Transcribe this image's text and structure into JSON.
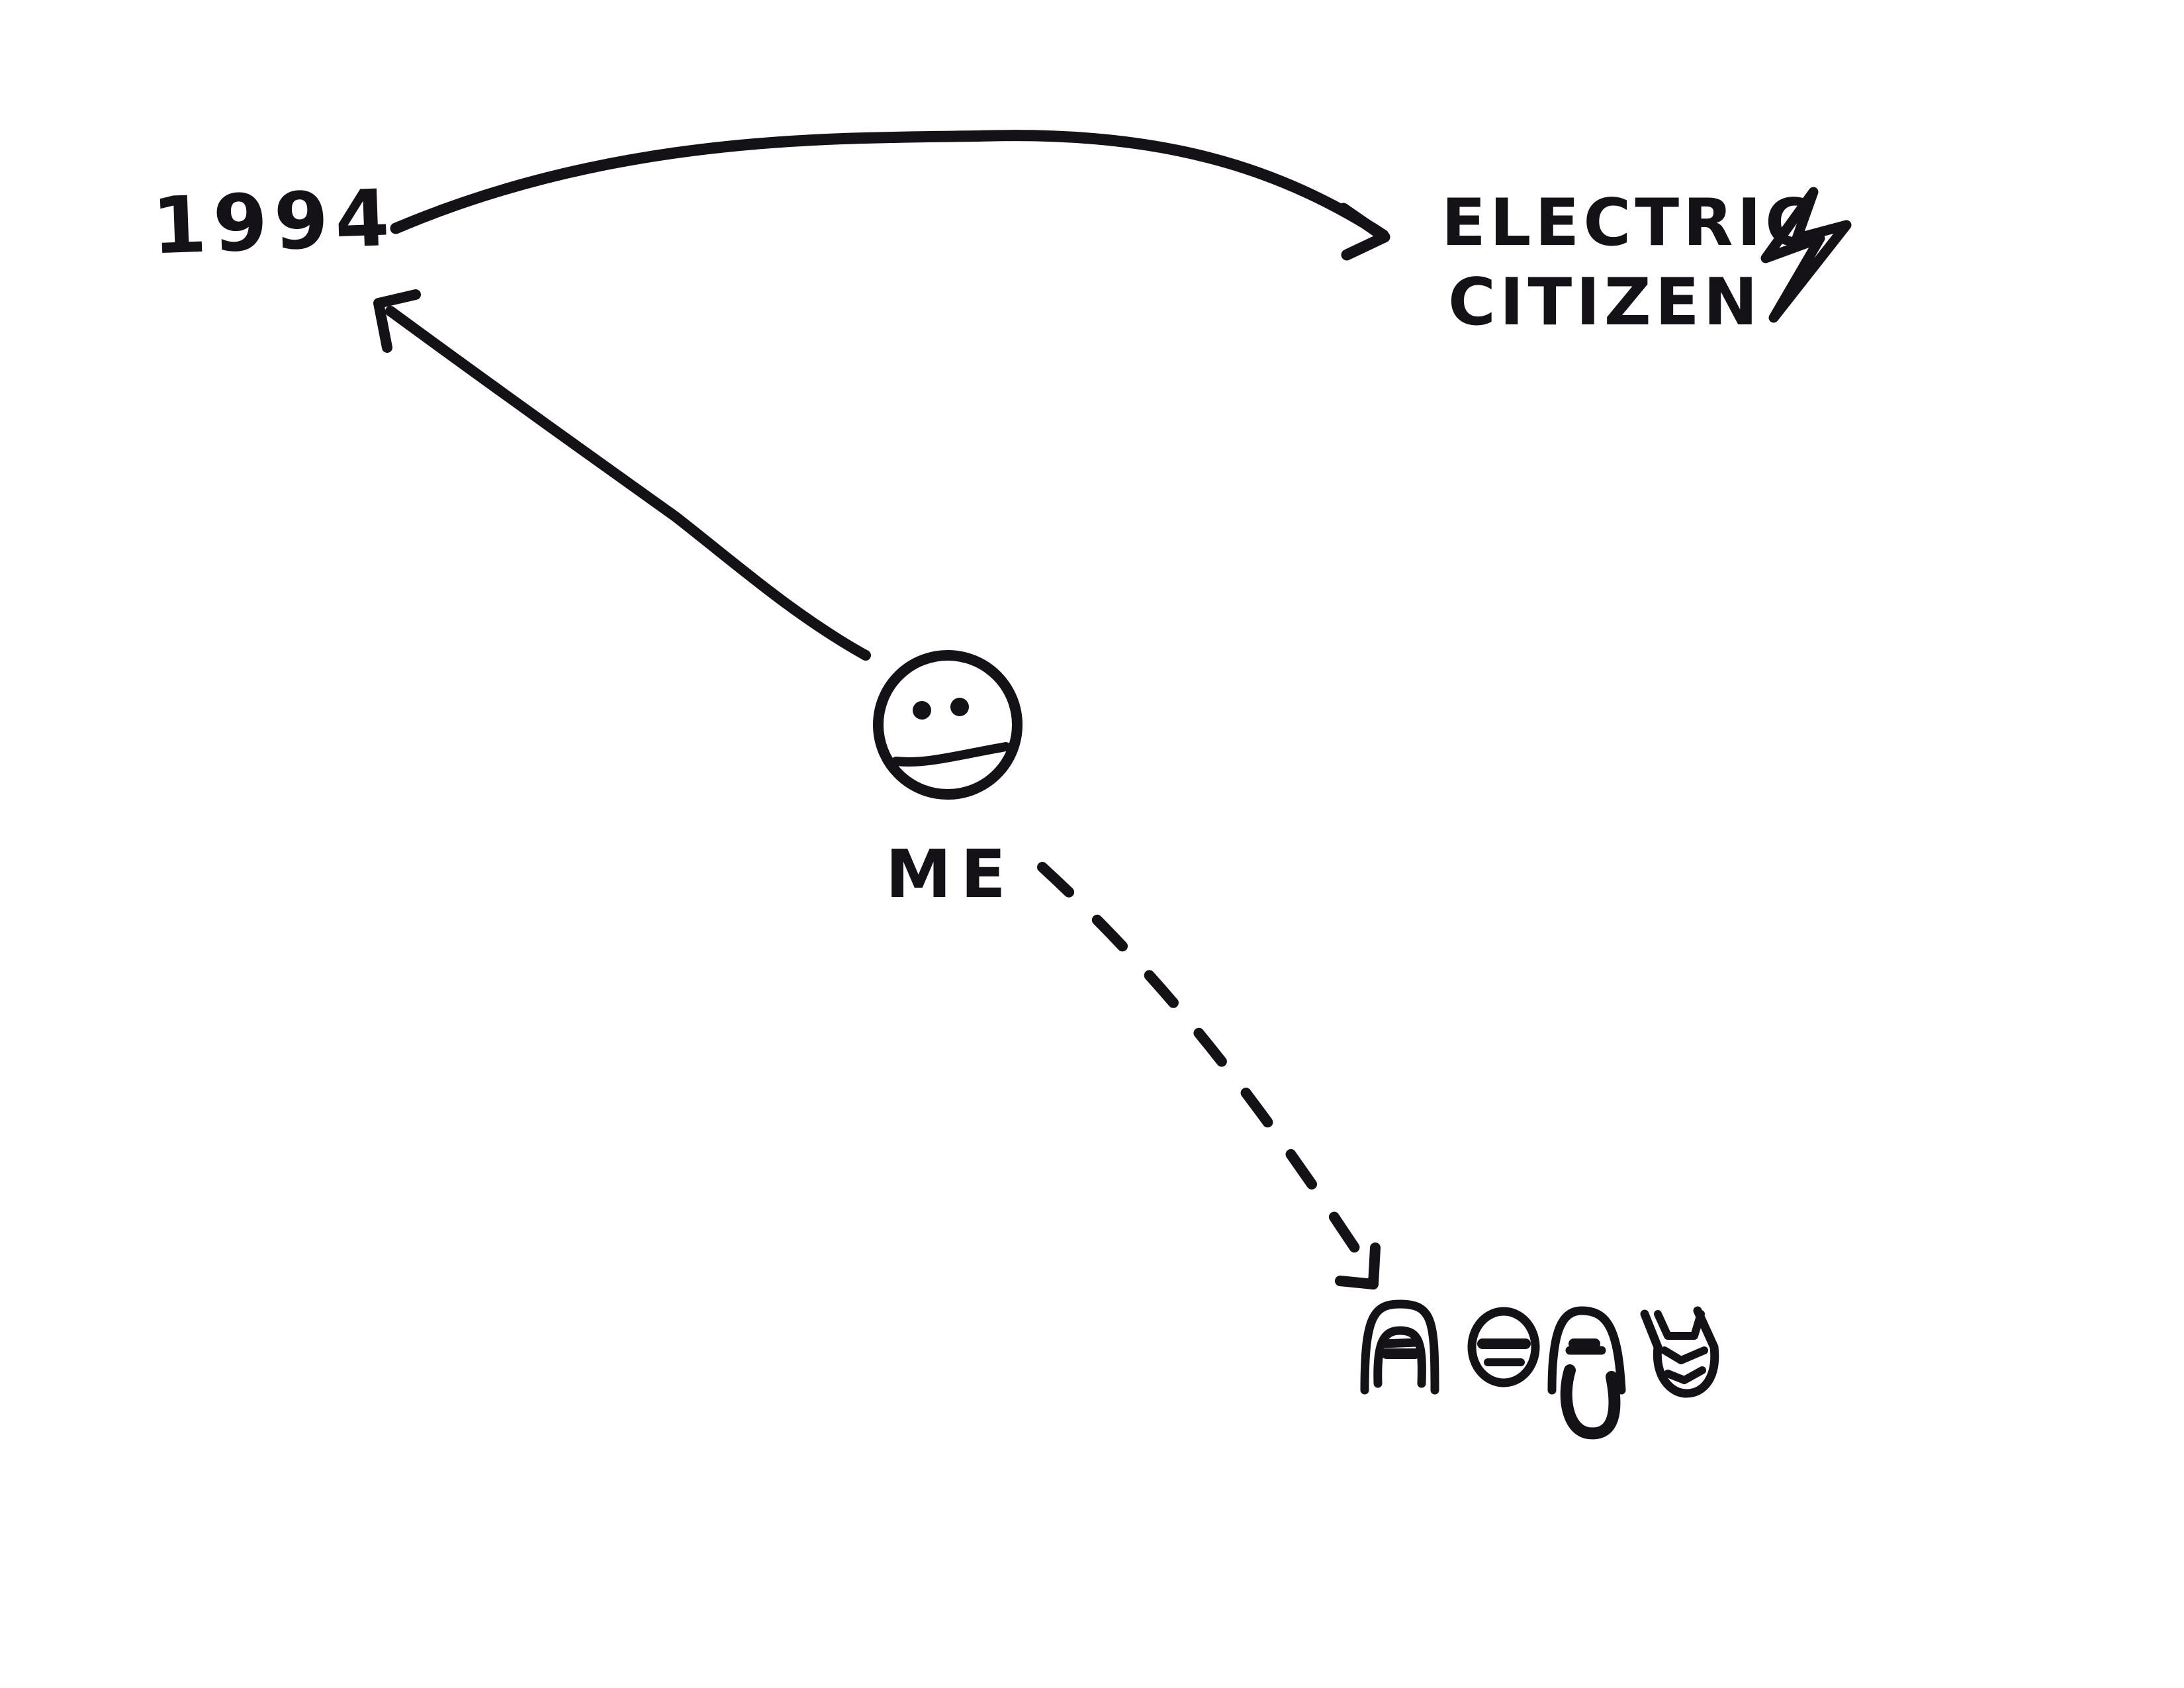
{
  "labels": {
    "year": "1994",
    "band_line1": "ELECTRIC",
    "band_line2": "CITIZEN",
    "me": "ME"
  },
  "icons": {
    "bolt": "lightning-bolt-icon",
    "me_face": "smiley-face-icon",
    "group": "band-members-faces-icon"
  },
  "colors": {
    "ink": "#141217",
    "paper": "#ffffff"
  }
}
